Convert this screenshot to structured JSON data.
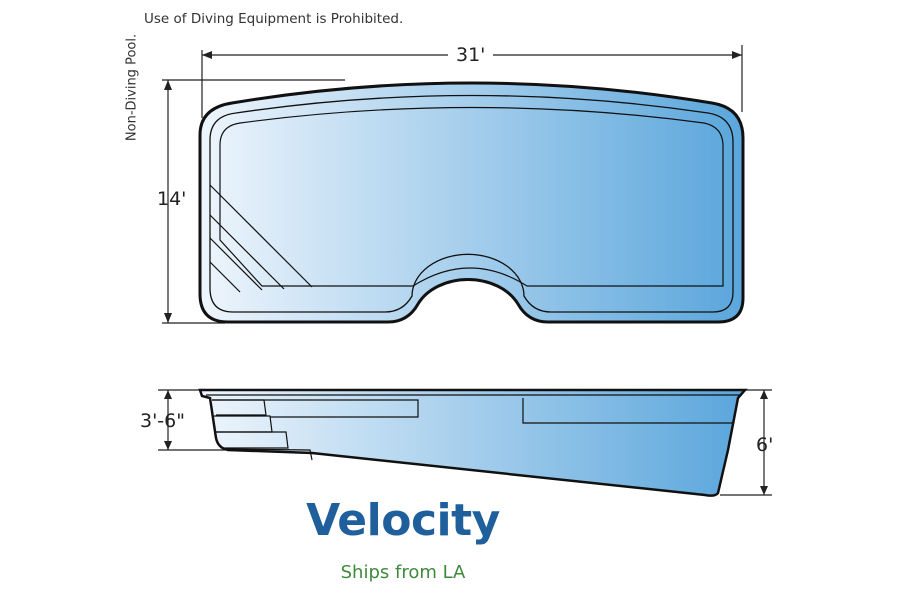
{
  "notes": {
    "prohibited": "Use of Diving Equipment is Prohibited.",
    "non_diving": "Non-Diving Pool."
  },
  "dimensions": {
    "length": "31'",
    "width": "14'",
    "shallow_depth": "3'-6\"",
    "deep_depth": "6'"
  },
  "product": {
    "model_name": "Velocity",
    "shipping": "Ships from LA"
  },
  "colors": {
    "water_light": "#eef5fc",
    "water_dark": "#5aa6dc",
    "outline": "#111111",
    "model_name": "#1f5f9c",
    "shipping": "#3f8a3a"
  }
}
